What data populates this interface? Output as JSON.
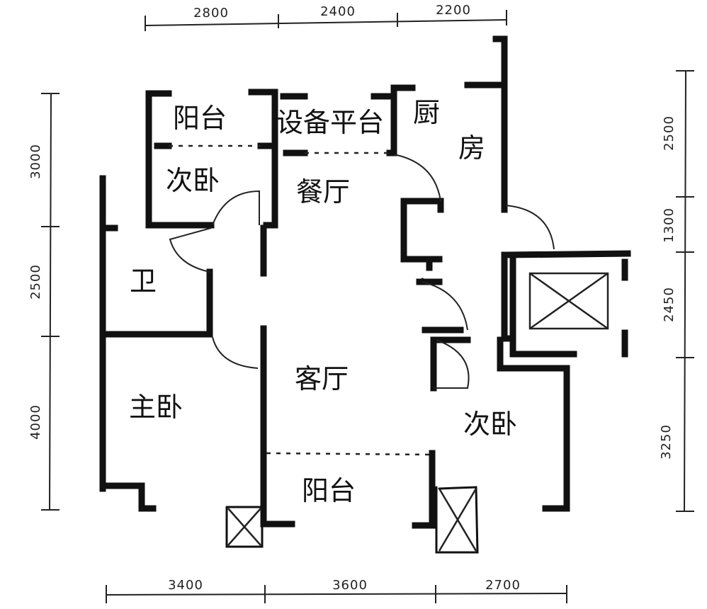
{
  "rooms": {
    "balcony_top": "阳台",
    "equipment_platform": "设备平台",
    "kitchen_a": "厨",
    "kitchen_b": "房",
    "bedroom_top": "次卧",
    "dining": "餐厅",
    "bathroom": "卫",
    "living": "客厅",
    "master_bedroom": "主卧",
    "bedroom_right": "次卧",
    "balcony_bottom": "阳台"
  },
  "dimensions": {
    "top": [
      "2800",
      "2400",
      "2200"
    ],
    "bottom": [
      "3400",
      "3600",
      "2700"
    ],
    "left": [
      "3000",
      "2500",
      "4000"
    ],
    "right": [
      "2500",
      "1300",
      "2450",
      "3250"
    ]
  },
  "colors": {
    "ink": "#111111",
    "paper": "#ffffff"
  }
}
